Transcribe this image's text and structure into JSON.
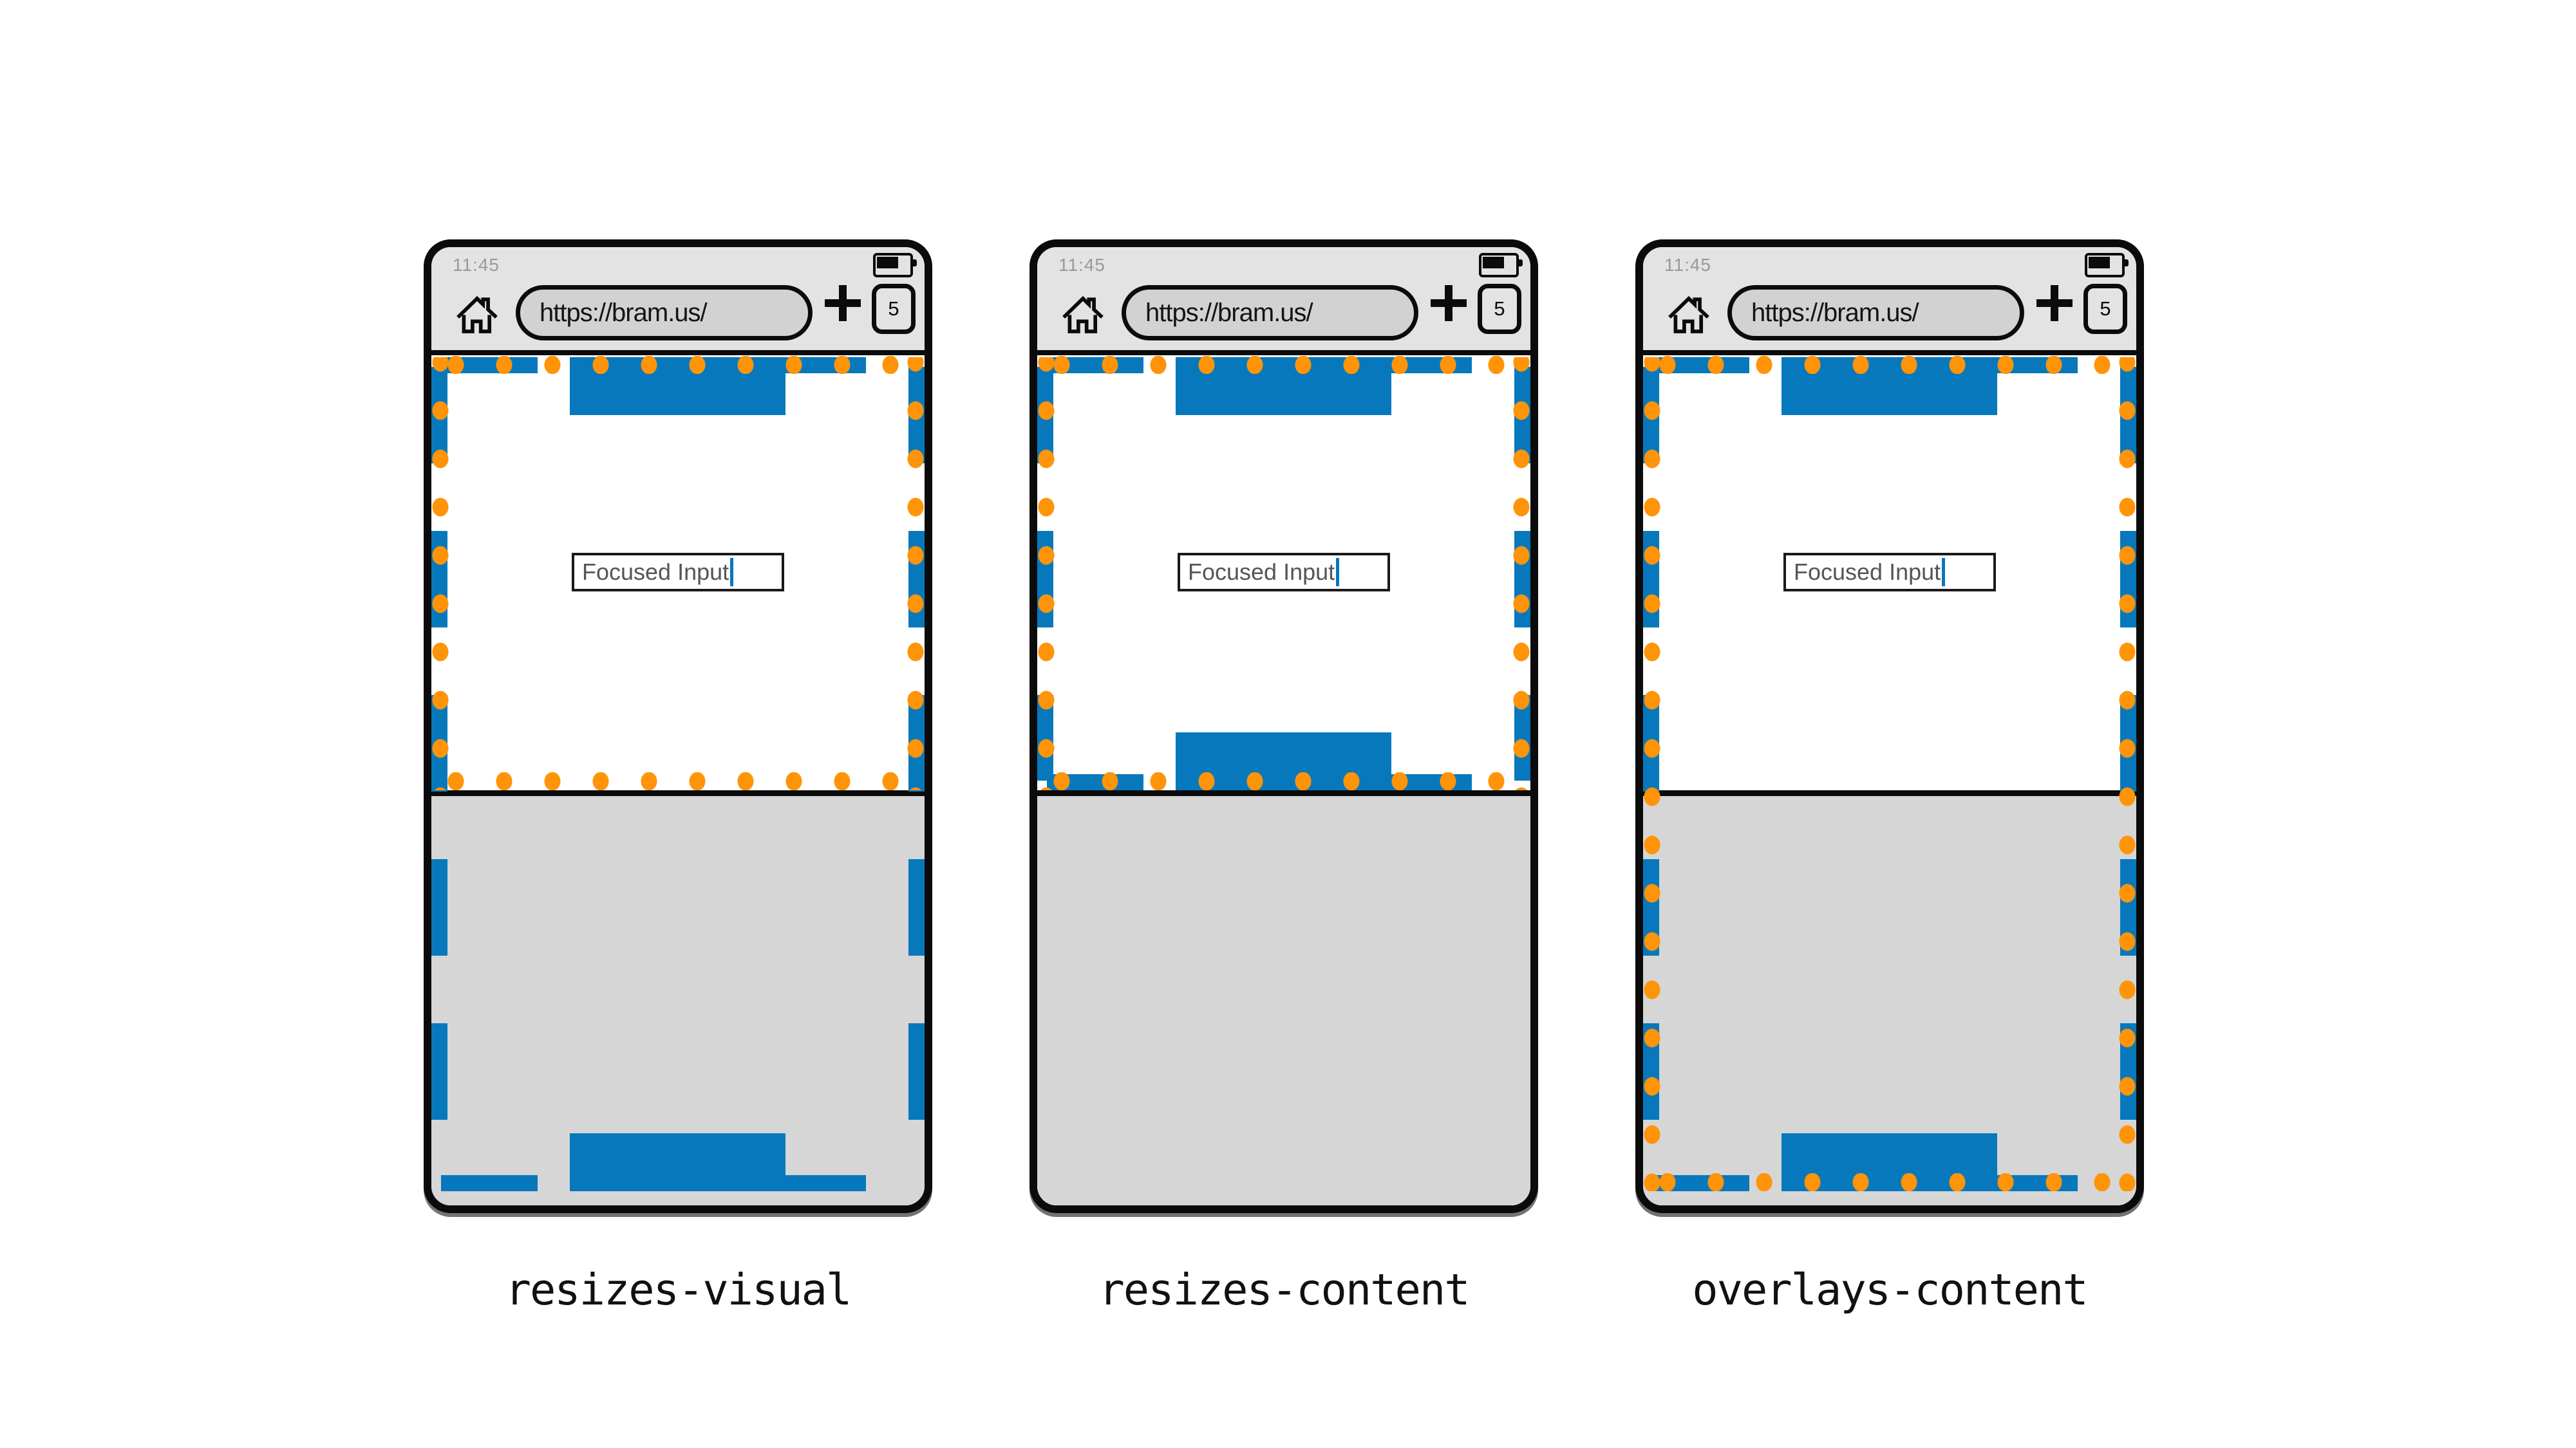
{
  "diagram": {
    "browser": {
      "status_time": "11:45",
      "url": "https://bram.us/",
      "tab_count": "5"
    },
    "page": {
      "input_value": "Focused Input"
    },
    "icons": {
      "home": "home-icon",
      "new_tab": "plus-icon",
      "battery": "battery-icon",
      "tab_counter": "tab-count-box",
      "text_cursor": "text-cursor"
    },
    "colors": {
      "layout_viewport_blue": "#0878bc",
      "visual_viewport_orange": "#ff9408",
      "keyboard_gray": "#d6d6d6",
      "chrome_gray": "#e3e3e3",
      "urlbar_gray": "#d2d2d2"
    },
    "phones": [
      {
        "mode": "resizes-visual",
        "label": "resizes-visual"
      },
      {
        "mode": "resizes-content",
        "label": "resizes-content"
      },
      {
        "mode": "overlays-content",
        "label": "overlays-content"
      }
    ]
  }
}
